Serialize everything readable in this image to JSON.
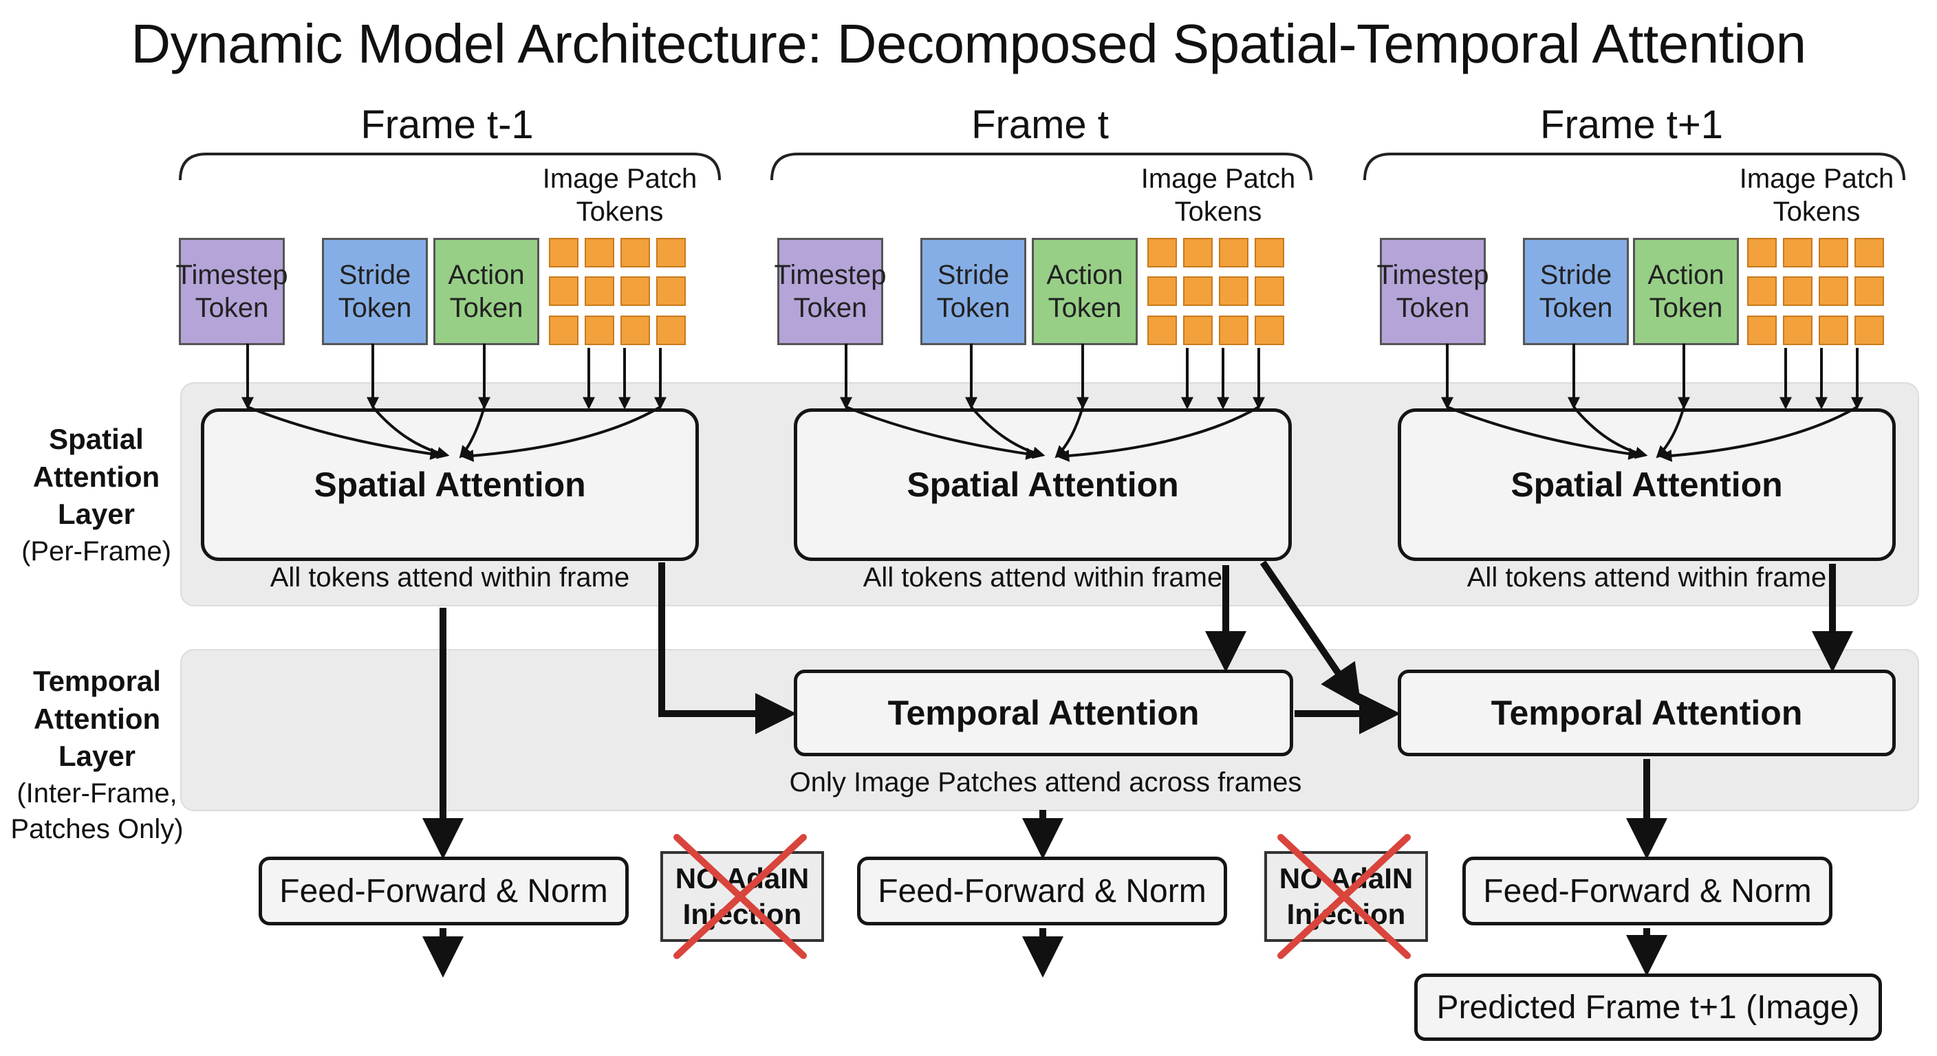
{
  "title": "Dynamic Model Architecture: Decomposed Spatial-Temporal Attention",
  "frames": [
    {
      "label": "Frame t-1"
    },
    {
      "label": "Frame t"
    },
    {
      "label": "Frame t+1"
    }
  ],
  "tokens": {
    "timestep": "Timestep Token",
    "stride": "Stride Token",
    "action": "Action Token",
    "patches": "Image Patch Tokens"
  },
  "layers": {
    "spatial": {
      "title": "Spatial Attention Layer",
      "subtitle": "(Per-Frame)"
    },
    "temporal": {
      "title": "Temporal Attention Layer",
      "subtitle": "(Inter-Frame, Patches Only)"
    }
  },
  "spatial_block": {
    "label": "Spatial Attention",
    "caption": "All tokens attend within frame"
  },
  "temporal_block": {
    "label": "Temporal Attention",
    "caption": "Only Image Patches attend across frames"
  },
  "feed_forward": "Feed-Forward & Norm",
  "no_adain": "NO AdaIN Injection",
  "output": "Predicted Frame t+1 (Image)",
  "colors": {
    "timestep": "#b4a4d8",
    "stride": "#86aee6",
    "action": "#97cf86",
    "patch": "#f2a13c",
    "cross": "#d9443c",
    "band": "#ebebeb"
  }
}
